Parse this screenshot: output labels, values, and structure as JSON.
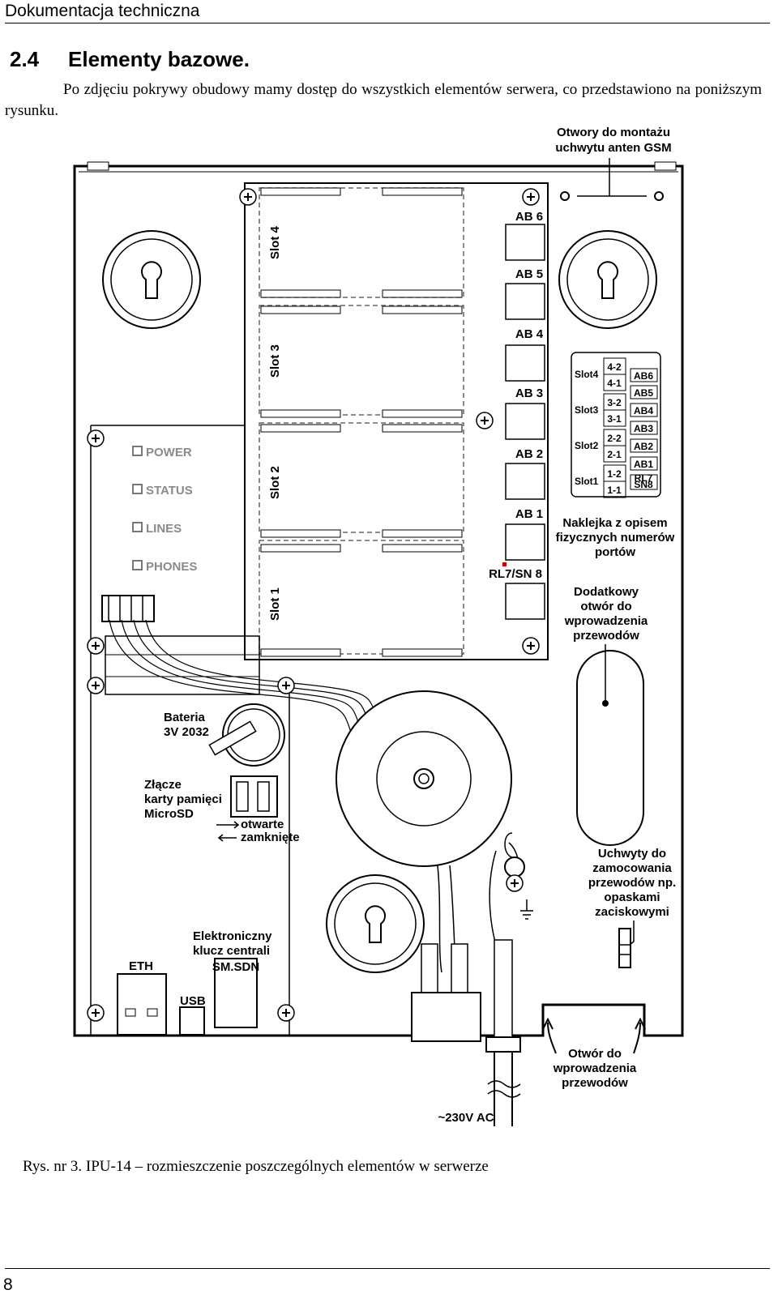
{
  "header": {
    "title": "Dokumentacja techniczna"
  },
  "section": {
    "number": "2.4",
    "title": "Elementy bazowe."
  },
  "paragraph": "Po zdjęciu pokrywy obudowy mamy dostęp do wszystkich elementów serwera, co przedstawiono na poniższym rysunku.",
  "figure": {
    "slots": [
      "Slot 4",
      "Slot 3",
      "Slot 2",
      "Slot 1"
    ],
    "ports": [
      "AB 6",
      "AB 5",
      "AB 4",
      "AB 3",
      "AB 2",
      "AB 1",
      "RL7/SN 8"
    ],
    "leds": [
      "POWER",
      "STATUS",
      "LINES",
      "PHONES"
    ],
    "sticker": {
      "slots": [
        "Slot4",
        "Slot3",
        "Slot2",
        "Slot1"
      ],
      "pairs": [
        "4-2",
        "4-1",
        "3-2",
        "3-1",
        "2-2",
        "2-1",
        "1-2",
        "1-1"
      ],
      "abs": [
        "AB6",
        "AB5",
        "AB4",
        "AB3",
        "AB2",
        "AB1"
      ],
      "rl": [
        "RL7",
        "SN8"
      ]
    },
    "notes": {
      "gsm": [
        "Otwory do montażu",
        "uchwytu anten GSM"
      ],
      "sticker_label": [
        "Naklejka z opisem",
        "fizycznych numerów",
        "portów"
      ],
      "extra_hole": [
        "Dodatkowy",
        "otwór do",
        "wprowadzenia",
        "przewodów"
      ],
      "battery": [
        "Bateria",
        "3V 2032"
      ],
      "microsd": [
        "Złącze",
        "karty pamięci",
        "MicroSD"
      ],
      "open": "otwarte",
      "closed": "zamknięte",
      "holders": [
        "Uchwyty do",
        "zamocowania",
        "przewodów np.",
        "opaskami",
        "zaciskowymi"
      ],
      "key": [
        "Elektroniczny",
        "klucz centrali"
      ],
      "key_chip": "SM.SDN",
      "eth": "ETH",
      "usb": "USB",
      "cable_hole": [
        "Otwór do",
        "wprowadzenia",
        "przewodów"
      ],
      "power": "~230V AC"
    }
  },
  "caption": "Rys. nr 3. IPU-14 – rozmieszczenie poszczególnych elementów w serwerze",
  "page_number": "8"
}
